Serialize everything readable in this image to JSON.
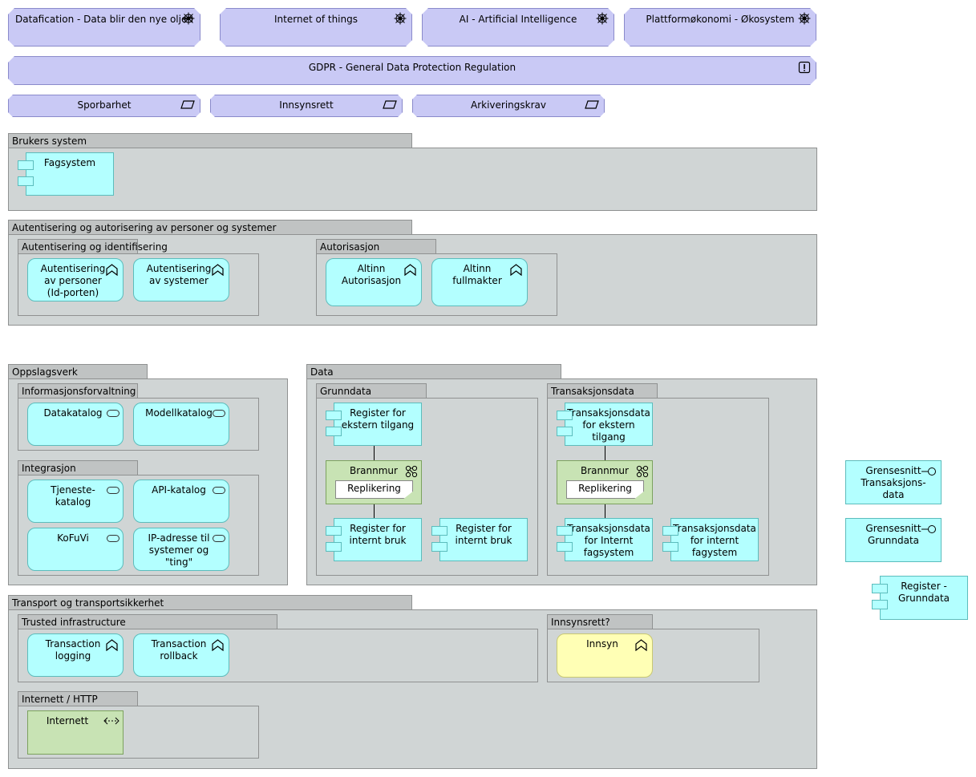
{
  "drivers": [
    {
      "label": "Datafication - Data blir den nye oljen"
    },
    {
      "label": "Internet of things"
    },
    {
      "label": "AI - Artificial Intelligence"
    },
    {
      "label": "Plattformøkonomi - Økosystem"
    }
  ],
  "constraint": {
    "label": "GDPR - General Data Protection Regulation"
  },
  "requirements": [
    {
      "label": "Sporbarhet"
    },
    {
      "label": "Innsynsrett"
    },
    {
      "label": "Arkiveringskrav"
    }
  ],
  "brukers_system": {
    "title": "Brukers system",
    "fagsystem": "Fagsystem"
  },
  "autentisering": {
    "title": "Autentisering og autorisering av personer og systemer",
    "identifisering": {
      "title": "Autentisering og identifisering",
      "items": [
        "Autentisering\nav personer\n(Id-porten)",
        "Autentisering\nav systemer"
      ]
    },
    "autorisasjon": {
      "title": "Autorisasjon",
      "items": [
        "Altinn\nAutorisasjon",
        "Altinn\nfullmakter"
      ]
    }
  },
  "oppslagsverk": {
    "title": "Oppslagsverk",
    "informasjonsforvaltning": {
      "title": "Informasjonsforvaltning",
      "items": [
        "Datakatalog",
        "Modellkatalog"
      ]
    },
    "integrasjon": {
      "title": "Integrasjon",
      "items": [
        "Tjeneste-\nkatalog",
        "API-katalog",
        "KoFuVi",
        "IP-adresse til\nsystemer og\n\"ting\""
      ]
    }
  },
  "data": {
    "title": "Data",
    "grunndata": {
      "title": "Grunndata",
      "ekstern": "Register for\nekstern tilgang",
      "brannmur": "Brannmur",
      "replikering": "Replikering",
      "internt1": "Register for\ninternt bruk",
      "internt2": "Register for\ninternt bruk"
    },
    "transaksjonsdata": {
      "title": "Transaksjonsdata",
      "ekstern": "Transaksjonsdata\nfor ekstern\ntilgang",
      "brannmur": "Brannmur",
      "replikering": "Replikering",
      "internt1": "Transaksjonsdata\nfor Internt\nfagsystem",
      "internt2": "Transaksjonsdata\nfor internt\nfagystem"
    }
  },
  "side": {
    "grensesnitt_trans": "Grensesnitt\nTransaksjons-\ndata",
    "grensesnitt_grunn": "Grensesnitt\nGrunndata",
    "register_grunn": "Register -\nGrunndata"
  },
  "transport": {
    "title": "Transport og transportsikkerhet",
    "trusted": {
      "title": "Trusted infrastructure",
      "items": [
        "Transaction\nlogging",
        "Transaction\nrollback"
      ]
    },
    "innsynsrett": {
      "title": "Innsynsrett?",
      "item": "Innsyn"
    },
    "internett": {
      "title": "Internett / HTTP",
      "item": "Internett"
    }
  },
  "colors": {
    "motivation": "#c9c9f5",
    "application": "#b3ffff",
    "technology": "#c8e3b4",
    "business": "#ffffb5",
    "group": "#d0d5d5"
  }
}
